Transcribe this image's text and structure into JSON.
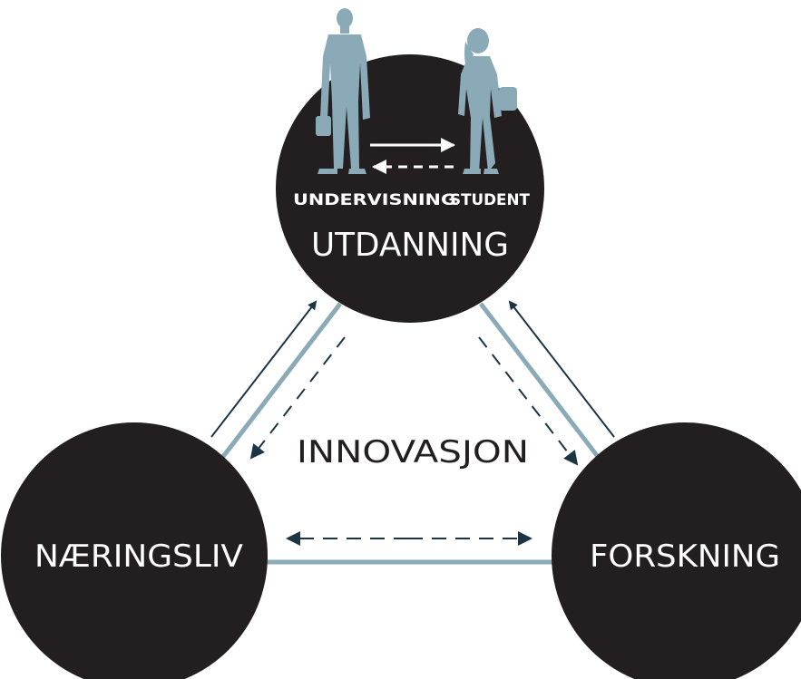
{
  "nodes": {
    "utdanning": "UTDANNING",
    "naeringsliv": "NÆRINGSLIV",
    "forskning": "FORSKNING"
  },
  "people": {
    "teacher_label": "UNDERVISNING",
    "student_label": "STUDENT"
  },
  "center_label": "INNOVASJON",
  "colors": {
    "circle": "#231f20",
    "steel": "#8aaab8",
    "arrow": "#1b3544",
    "text_on_dark": "#ffffff",
    "text": "#231f20"
  }
}
